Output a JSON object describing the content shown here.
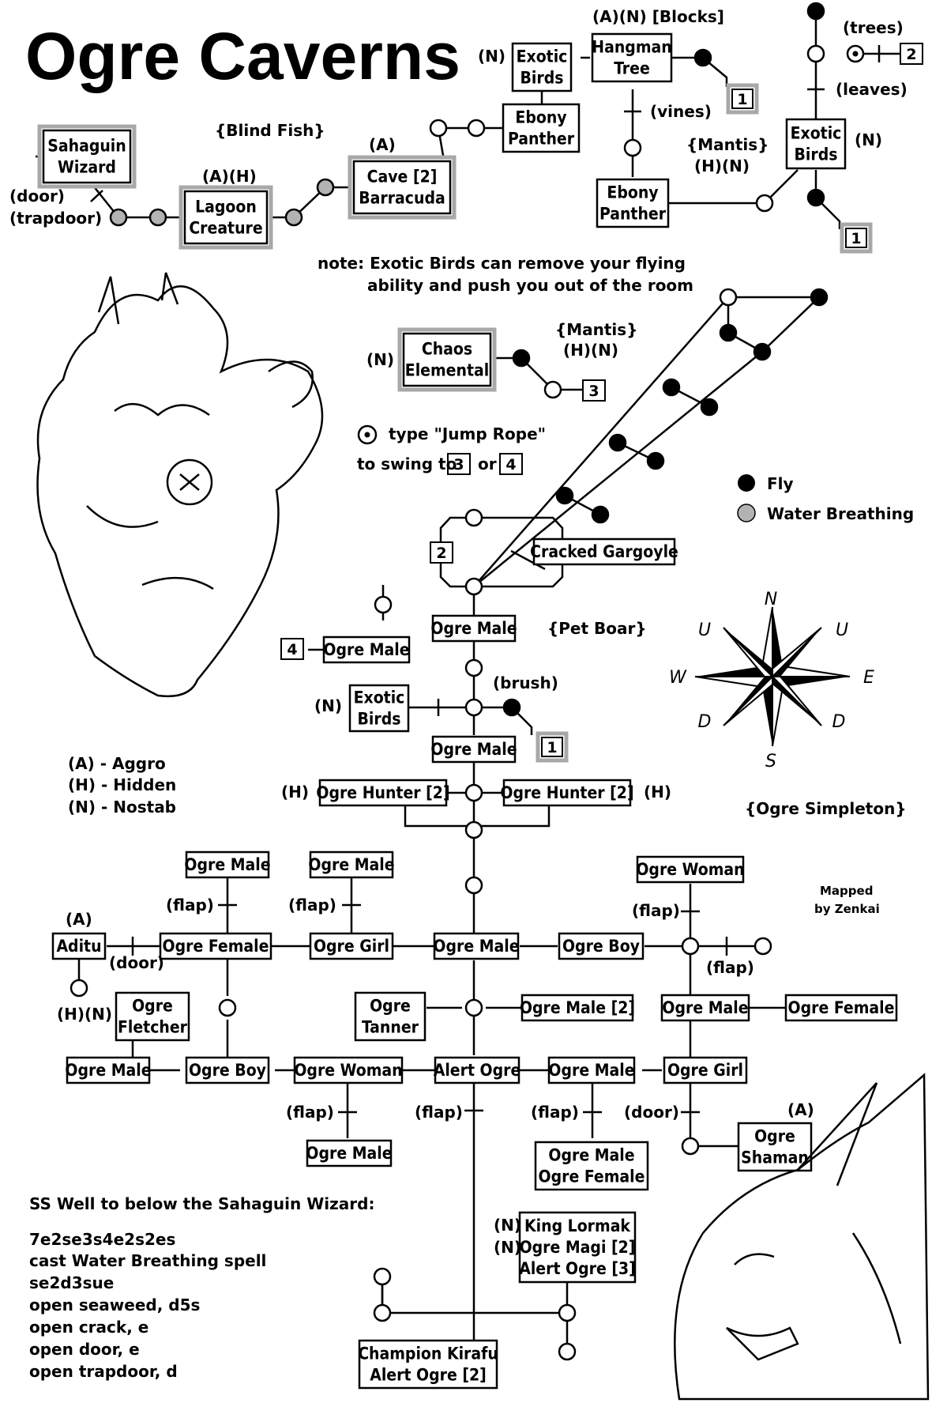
{
  "title": "Ogre Caverns",
  "colors": {
    "fly": "#000000",
    "water": "#b3b3b3",
    "aggro_border": "#a8a8a8"
  },
  "rooms": {
    "sahaguin": "Sahaguin\nWizard",
    "lagoon": "Lagoon\nCreature",
    "cave": "Cave [2]\nBarracuda",
    "ebony1": "Ebony\nPanther",
    "exotic1": "Exotic\nBirds",
    "hangman": "Hangman\nTree",
    "ebony2": "Ebony\nPanther",
    "exotic2": "Exotic\nBirds",
    "chaos": "Chaos\nElemental",
    "gargoyle": "Cracked Gargoyle",
    "ogre_male_a": "Ogre Male",
    "ogre_male_b": "Ogre Male",
    "exotic3": "Exotic\nBirds",
    "ogre_male_c": "Ogre Male",
    "hunter_l": "Ogre Hunter [2]",
    "hunter_r": "Ogre Hunter [2]",
    "r_male_1": "Ogre Male",
    "r_male_2": "Ogre Male",
    "r_woman_1": "Ogre Woman",
    "aditu": "Aditu",
    "r_female_1": "Ogre Female",
    "r_girl_1": "Ogre Girl",
    "r_male_3": "Ogre Male",
    "r_boy_1": "Ogre Boy",
    "fletcher": "Ogre\nFletcher",
    "tanner": "Ogre\nTanner",
    "r_male_2b": "Ogre Male [2]",
    "r_male_4": "Ogre Male",
    "r_female_2": "Ogre Female",
    "r_male_5": "Ogre Male",
    "r_boy_2": "Ogre Boy",
    "r_woman_2": "Ogre Woman",
    "alert": "Alert Ogre",
    "r_male_6": "Ogre Male",
    "r_girl_2": "Ogre Girl",
    "r_male_7": "Ogre Male",
    "r_male_female": "Ogre Male\nOgre Female",
    "shaman": "Ogre\nShaman",
    "king": "King Lormak\nOgre Magi [2]\nAlert Ogre [3]",
    "champion": "Champion Kirafu\nAlert Ogre [2]"
  },
  "labels": {
    "an_blocks": "(A)(N) [Blocks]",
    "trees": "(trees)",
    "leaves": "(leaves)",
    "vines": "(vines)",
    "n1": "(N)",
    "n2": "(N)",
    "blind_fish": "{Blind Fish}",
    "a_cave": "(A)",
    "ah_lagoon": "(A)(H)",
    "door1": "(door)",
    "trapdoor1": "(trapdoor)",
    "mantis1": "{Mantis}",
    "hn1": "(H)(N)",
    "note1": "note: Exotic Birds can remove your flying",
    "note2": "ability and push you out of the room",
    "n_chaos": "(N)",
    "mantis2": "{Mantis}",
    "hn2": "(H)(N)",
    "jump1": "type \"Jump Rope\"",
    "jump2": "to swing to",
    "jump_or": "or",
    "legend_fly": "Fly",
    "legend_water": "Water Breathing",
    "pet_boar": "{Pet Boar}",
    "brush": "(brush)",
    "n_exotic3": "(N)",
    "h_left": "(H)",
    "h_right": "(H)",
    "aggro": "(A) - Aggro",
    "hidden": "(H) - Hidden",
    "nostab": "(N) - Nostab",
    "simpleton": "{Ogre Simpleton}",
    "mapped1": "Mapped",
    "mapped2": "by Zenkai",
    "a_aditu": "(A)",
    "door2": "(door)",
    "hn_aditu": "(H)(N)",
    "flap1": "(flap)",
    "flap2": "(flap)",
    "flap3": "(flap)",
    "flap4": "(flap)",
    "flap5": "(flap)",
    "flap6": "(flap)",
    "flap7": "(flap)",
    "door3": "(door)",
    "a_shaman": "(A)",
    "n_king1": "(N)",
    "n_king2": "(N)"
  },
  "compass": {
    "n": "N",
    "s": "S",
    "e": "E",
    "w": "W",
    "u1": "U",
    "u2": "U",
    "d1": "D",
    "d2": "D"
  },
  "boxes": {
    "b1a": "1",
    "b1b": "1",
    "b1c": "1",
    "b2a": "2",
    "b2b": "2",
    "b3a": "3",
    "b3b": "3",
    "b4a": "4",
    "b4b": "4"
  },
  "directions": {
    "heading": "SS Well to below the Sahaguin Wizard:",
    "lines": [
      "7e2se3s4e2s2es",
      "cast Water Breathing spell",
      "se2d3sue",
      "open seaweed, d5s",
      "open crack, e",
      "open door, e",
      "open trapdoor, d"
    ]
  }
}
